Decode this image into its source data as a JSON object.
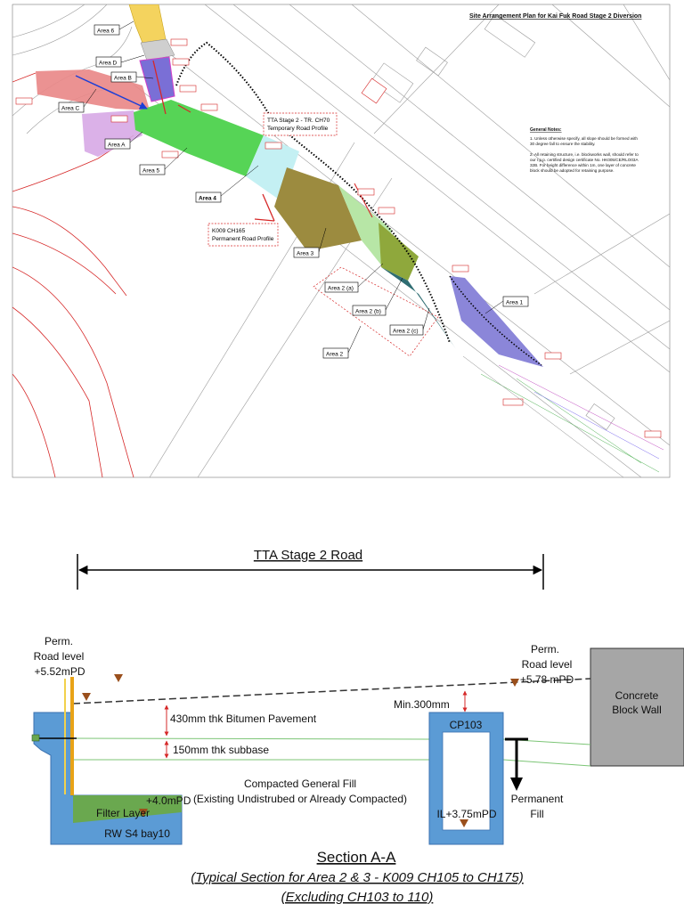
{
  "plan": {
    "title": "Site Arrangement Plan for Kai Fuk Road Stage 2 Diversion",
    "general_notes": {
      "heading": "General Notes:",
      "lines": [
        "1. Unless otherwise specify, all slope should be formed with",
        "30 degree fall to ensure the stability.",
        "2. All retaining structure, i.e. blockworks wall, should refer to",
        "our r.p.p. certified design certificate No. HK005/CE/RLO03A",
        "32B. For height difference within 1m, one layer of concrete",
        "block should be adopted for retaining purpose."
      ]
    },
    "areas": {
      "area_6": "Area 6",
      "area_d": "Area D",
      "area_b": "Area B",
      "area_c": "Area C",
      "area_a": "Area A",
      "area_5": "Area 5",
      "area_4": "Area 4",
      "area_3": "Area 3",
      "area_2a": "Area 2 (a)",
      "area_2b": "Area 2 (b)",
      "area_2c": "Area 2 (c)",
      "area_2": "Area 2",
      "area_1": "Area 1"
    },
    "profiles": {
      "temporary": [
        "TTA Stage 2 - TR. CH70",
        "Temporary Road Profile"
      ],
      "permanent": [
        "K009 CH165",
        "Permanent Road Profile"
      ]
    },
    "colors": {
      "area_6": "#f4d35e",
      "area_d": "#cfcfcf",
      "area_b": "#7a6fd6",
      "area_c": "#e98686",
      "area_a": "#d7a8e6",
      "area_5": "#56d456",
      "area_4": "#c4f0f3",
      "area_3": "#9c8b3f",
      "area_3_green": "#b7e6a6",
      "area_2a": "#8fa83c",
      "area_2b": "#2f6d72",
      "area_1": "#8b86d9"
    }
  },
  "section": {
    "road_title": "TTA Stage 2 Road",
    "left_level": [
      "Perm.",
      "Road level",
      "+5.52mPD"
    ],
    "right_level": [
      "Perm.",
      "Road level",
      "+5.78 mPD"
    ],
    "concrete_wall": [
      "Concrete",
      "Block Wall"
    ],
    "pavement": "430mm thk Bitumen Pavement",
    "subbase": "150mm thk subbase",
    "min_cover": "Min.300mm",
    "pit_name": "CP103",
    "fill": [
      "Compacted General Fill",
      "(Existing Undistrubed or Already Compacted)"
    ],
    "rw_level": "+4.0mPD",
    "filter_layer": "Filter Layer",
    "rw_name": "RW S4 bay10",
    "invert_level": "IL+3.75mPD",
    "permanent_fill": [
      "Permanent",
      "Fill"
    ],
    "caption": "Section A-A",
    "subcaption": [
      "(Typical Section for Area 2 & 3 - K009 CH105 to CH175)",
      "(Excluding CH103 to 110)"
    ],
    "colors": {
      "retaining_wall": "#5b9bd5",
      "filter_layer": "#6aa84f",
      "concrete_wall": "#a6a6a6",
      "level_marker": "#9a4f1c",
      "pole": "#e8a317"
    }
  }
}
